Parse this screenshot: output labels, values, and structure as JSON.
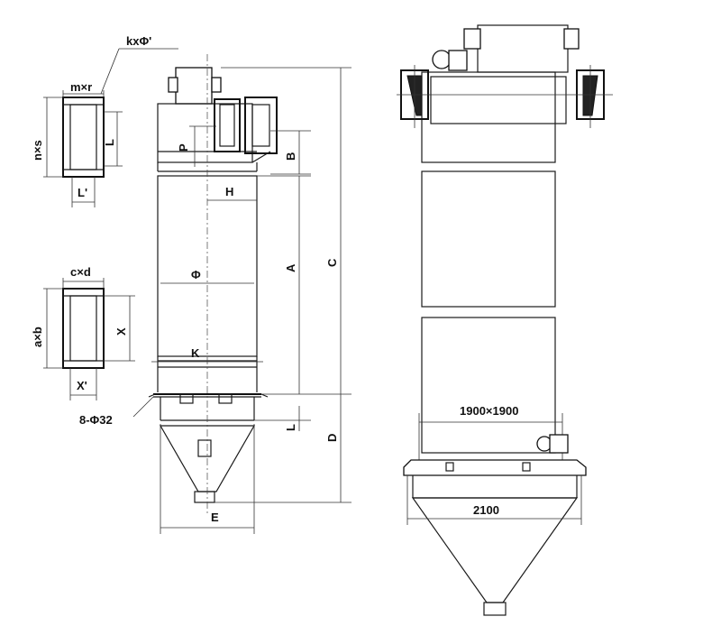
{
  "flange_top": {
    "title": "kxΦ'",
    "size_top": "m×r",
    "size_side": "n×s",
    "dim_height": "L",
    "dim_width": "L'"
  },
  "flange_bottom": {
    "size_top": "c×d",
    "size_side": "a×b",
    "dim_height": "X",
    "dim_width": "X'"
  },
  "front_view": {
    "dims": {
      "P": "P",
      "B": "B",
      "H": "H",
      "A": "A",
      "C": "C",
      "Phi": "Φ",
      "K": "K",
      "L": "L",
      "D": "D",
      "E": "E"
    },
    "bolt_holes": "8-Φ32"
  },
  "side_view": {
    "section_size": "1900×1900",
    "hopper_width": "2100"
  }
}
